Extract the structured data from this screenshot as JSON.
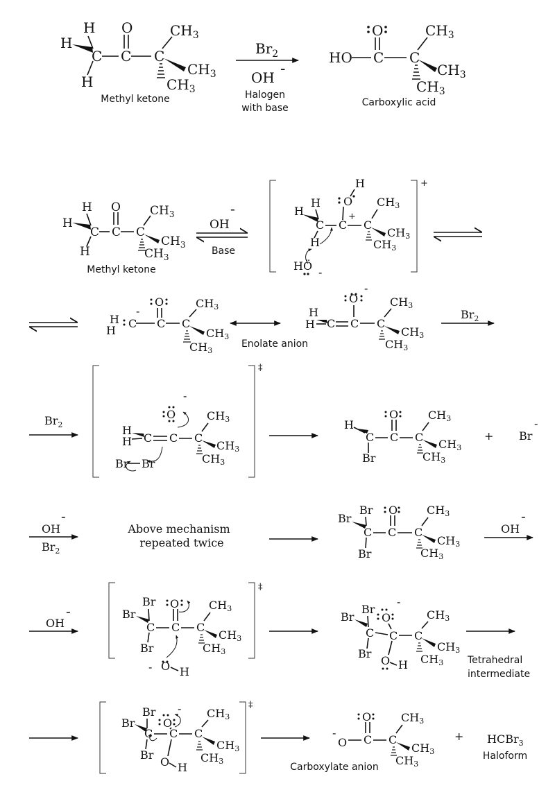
{
  "labels": {
    "methyl_ketone": "Methyl ketone",
    "halogen_with_base": [
      "Halogen",
      "with base"
    ],
    "carboxylic_acid": "Carboxylic acid",
    "base": "Base",
    "enolate_anion": "Enolate anion",
    "above_mechanism": [
      "Above mechanism",
      "repeated twice"
    ],
    "tetrahedral_intermediate": [
      "Tetrahedral",
      "intermediate"
    ],
    "carboxylate_anion": "Carboxylate anion",
    "haloform_formula": "HCBr",
    "haloform": "Haloform"
  },
  "reagents": {
    "br2": "Br",
    "oh": "OH",
    "minus": "-",
    "plus": "+",
    "double_dagger": "‡",
    "bromide": "Br"
  }
}
